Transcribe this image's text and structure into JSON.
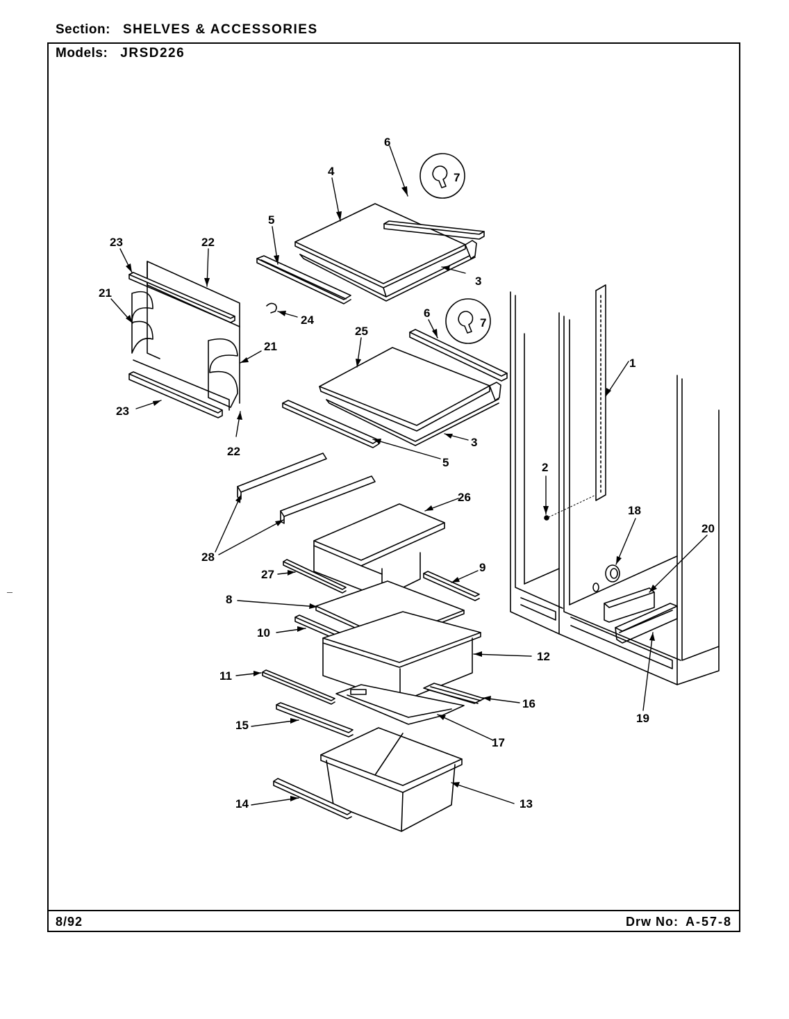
{
  "header": {
    "section_label": "Section:",
    "section_value": "SHELVES & ACCESSORIES",
    "models_label": "Models:",
    "models_value": "JRSD226"
  },
  "footer": {
    "date": "8/92",
    "drawing_label": "Drw No:",
    "drawing_number": "A-57-8"
  },
  "callouts": {
    "c1": "1",
    "c2": "2",
    "c3a": "3",
    "c3b": "3",
    "c4": "4",
    "c5a": "5",
    "c5b": "5",
    "c6a": "6",
    "c6b": "6",
    "c7a": "7",
    "c7b": "7",
    "c8": "8",
    "c9": "9",
    "c10": "10",
    "c11": "11",
    "c12": "12",
    "c13": "13",
    "c14": "14",
    "c15": "15",
    "c16": "16",
    "c17": "17",
    "c18": "18",
    "c19": "19",
    "c20": "20",
    "c21a": "21",
    "c21b": "21",
    "c22a": "22",
    "c22b": "22",
    "c23a": "23",
    "c23b": "23",
    "c24": "24",
    "c25": "25",
    "c26": "26",
    "c27": "27",
    "c28": "28"
  }
}
